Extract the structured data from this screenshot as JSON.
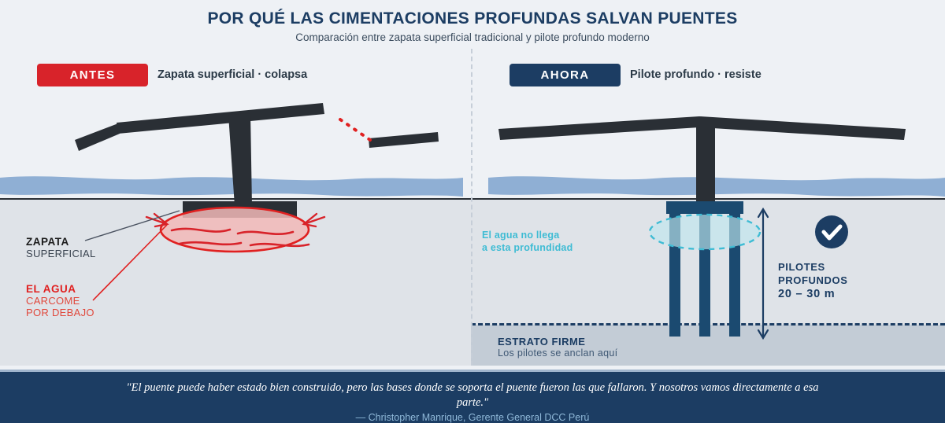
{
  "header": {
    "title": "POR QUÉ LAS CIMENTACIONES PROFUNDAS SALVAN PUENTES",
    "subtitle": "Comparación entre zapata superficial tradicional y pilote profundo moderno"
  },
  "panels": {
    "before": {
      "badge": "ANTES",
      "caption": "Zapata superficial · colapsa",
      "annotations": {
        "footing_line1": "ZAPATA",
        "footing_line2": "SUPERFICIAL",
        "scour_line1": "EL AGUA",
        "scour_line2": "CARCOME",
        "scour_line3": "POR DEBAJO"
      }
    },
    "after": {
      "badge": "AHORA",
      "caption": "Pilote profundo · resiste",
      "annotations": {
        "nowater_line1": "El agua no llega",
        "nowater_line2": "a esta profundidad",
        "piles_line1": "PILOTES",
        "piles_line2": "PROFUNDOS",
        "piles_depth": "20 – 30 m",
        "stratum_line1": "ESTRATO FIRME",
        "stratum_line2": "Los pilotes se anclan aquí"
      }
    }
  },
  "footer": {
    "quote": "\"El puente puede haber estado bien construido, pero las bases donde se soporta el puente fueron las que fallaron. Y nosotros vamos directamente a esa parte.\"",
    "attribution": "— Christopher Manrique, Gerente General DCC Perú"
  },
  "colors": {
    "background": "#eef1f5",
    "navy": "#1c3d63",
    "red": "#d8232a",
    "water": "#8fafd4",
    "soil": "#dfe3e8",
    "firm_stratum": "#c3ccd6",
    "structure": "#2a2f35",
    "pile": "#1b4a70",
    "cyan": "#3fbcd4",
    "scour_fill": "#f2b9b7"
  }
}
